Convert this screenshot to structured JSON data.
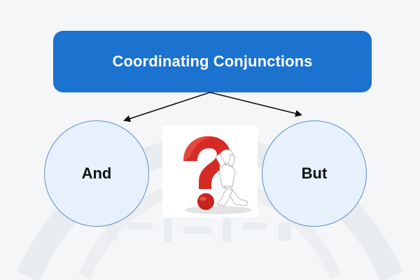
{
  "title": "Coordinating Conjunctions",
  "left_node": {
    "label": "And"
  },
  "right_node": {
    "label": "But"
  },
  "illustration": {
    "icon": "question-mark-thinking-person-icon"
  },
  "colors": {
    "title_fill": "#1b72cf",
    "circle_fill": "#e6f1fc",
    "circle_border": "#5f8fcd",
    "question_mark": "#d62b25",
    "arrow": "#111111"
  }
}
